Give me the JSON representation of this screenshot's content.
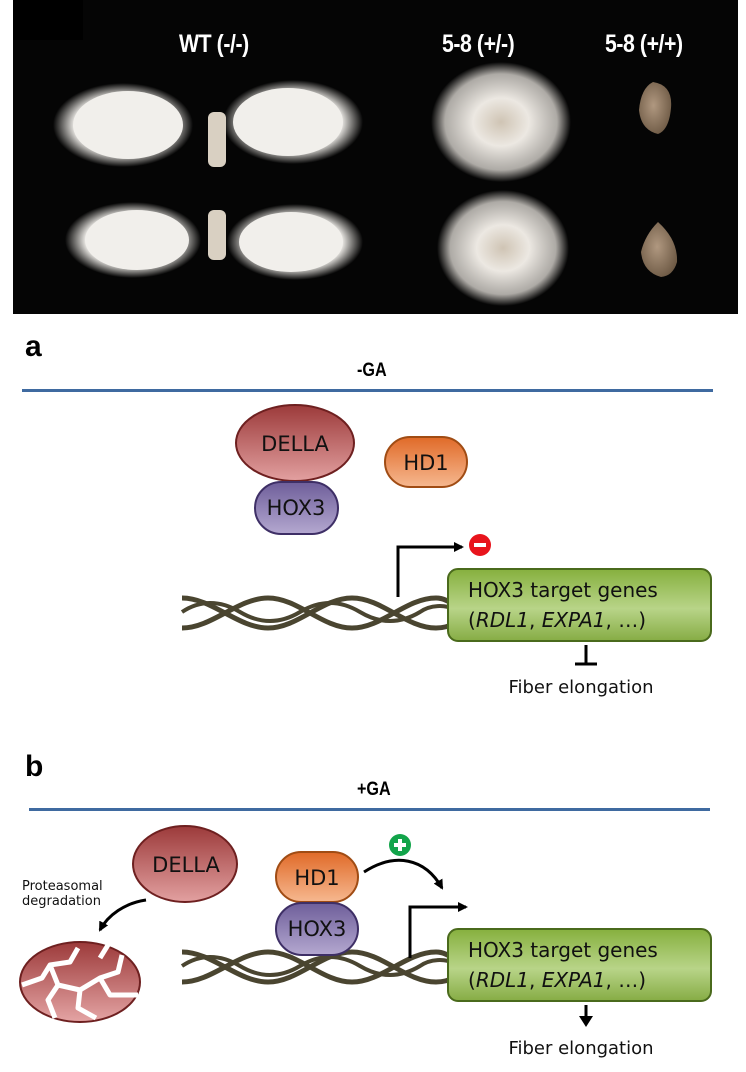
{
  "photo": {
    "labels": [
      {
        "text": "WT (-/-)"
      },
      {
        "text": "5-8 (+/-)"
      },
      {
        "text": "5-8 (+/+)"
      }
    ]
  },
  "panel_a": {
    "letter": "a",
    "condition": "-GA",
    "della": "DELLA",
    "hox3": "HOX3",
    "hd1": "HD1",
    "regulation_sign": "−",
    "target_box": {
      "line1": "HOX3 target genes",
      "line2_open": "(",
      "gene1": "RDL1",
      "sep": ", ",
      "gene2": "EXPA1",
      "line2_close": ", …)"
    },
    "outcome": "Fiber elongation",
    "outcome_effect": "inhibited"
  },
  "panel_b": {
    "letter": "b",
    "condition": "+GA",
    "della": "DELLA",
    "degradation_line1": "Proteasomal",
    "degradation_line2": "degradation",
    "hd1": "HD1",
    "hox3": "HOX3",
    "regulation_sign": "+",
    "target_box": {
      "line1": "HOX3 target genes",
      "line2_open": "(",
      "gene1": "RDL1",
      "sep": ", ",
      "gene2": "EXPA1",
      "line2_close": ", …)"
    },
    "outcome": "Fiber elongation",
    "outcome_effect": "promoted"
  },
  "colors": {
    "della": "#a84848",
    "hox3": "#7a6aa8",
    "hd1": "#e8854a",
    "target_box": "#8cb04a",
    "dna": "#4a4530",
    "rule": "#3f6aa0",
    "minus_badge": "#e8141c",
    "plus_badge": "#12a44a"
  }
}
